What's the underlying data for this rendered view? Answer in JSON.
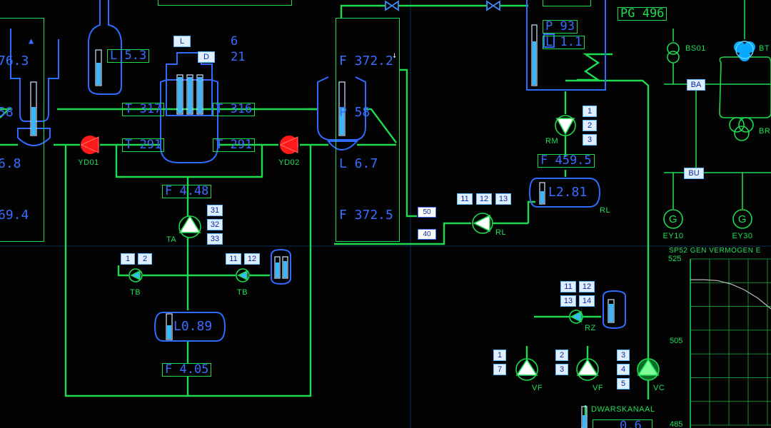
{
  "top_left_values": [
    "76.3",
    "58",
    "6.8",
    "69.4"
  ],
  "level_left_vessel": "L 5.3",
  "center_box_l": "L",
  "center_value_1": "6",
  "center_box_d": "D",
  "center_value_2": "21",
  "temps": {
    "t317": "T 317",
    "t316": "T 316",
    "t291_left": "T 291",
    "t291_right": "T 291"
  },
  "valves": {
    "yd01": "YD01",
    "yd02": "YD02"
  },
  "flows": {
    "f448": "F 4.48",
    "f405": "F 4.05",
    "f4595": "F 459.5"
  },
  "pump_ta": {
    "label": "TA",
    "buttons": [
      "31",
      "32",
      "33"
    ]
  },
  "pumps_tb": {
    "label": "TB",
    "left_buttons": [
      "1",
      "2"
    ],
    "right_buttons": [
      "11",
      "12"
    ]
  },
  "tank_lower": "L0.89",
  "mid_block": {
    "f1": "F 372.2",
    "p": "P 58",
    "l": "L 6.7",
    "f2": "F 372.5"
  },
  "top_right_block": {
    "p": "P 93",
    "l": "L 1.1"
  },
  "pg_readout": "PG 496",
  "pump_rm": {
    "label": "RM",
    "buttons": [
      "1",
      "2",
      "3"
    ]
  },
  "tank_rl": {
    "value": "L2.81",
    "label": "RL"
  },
  "pump_rl": {
    "label": "RL",
    "buttons": [
      "11",
      "12",
      "13"
    ]
  },
  "setpoints": [
    "50",
    "40"
  ],
  "pump_rz": {
    "label": "RZ",
    "buttons": [
      "11",
      "12",
      "13",
      "14"
    ]
  },
  "pump_vf1": {
    "label": "VF",
    "buttons": [
      "1",
      "7"
    ]
  },
  "pump_vf2": {
    "label": "VF",
    "buttons": [
      "2",
      "3"
    ]
  },
  "pump_vc": {
    "label": "VC",
    "buttons": [
      "3",
      "4",
      "5"
    ]
  },
  "bottom_readout": "0.6",
  "dwarskanaal": "DWARSKANAAL",
  "electrical": {
    "bs01": "BS01",
    "bt": "BT",
    "br": "BR",
    "ba": "BA",
    "bu": "BU",
    "ey10": "EY10",
    "ey30": "EY30",
    "g": "G"
  },
  "chart_data": {
    "type": "line",
    "title": "SP52 GEN VERMOGEN E",
    "y_ticks": [
      "525",
      "505",
      "485"
    ],
    "ylim": [
      485,
      525
    ],
    "series": [
      {
        "values": [
          520,
          520,
          519.8,
          519,
          517.6,
          515.6,
          513
        ]
      }
    ],
    "grid": true
  },
  "colors": {
    "line_green": "#1fd94f",
    "value_blue": "#3a6cff",
    "valve_red": "#ff1a1a",
    "light_blue_box": "#dfefff"
  }
}
